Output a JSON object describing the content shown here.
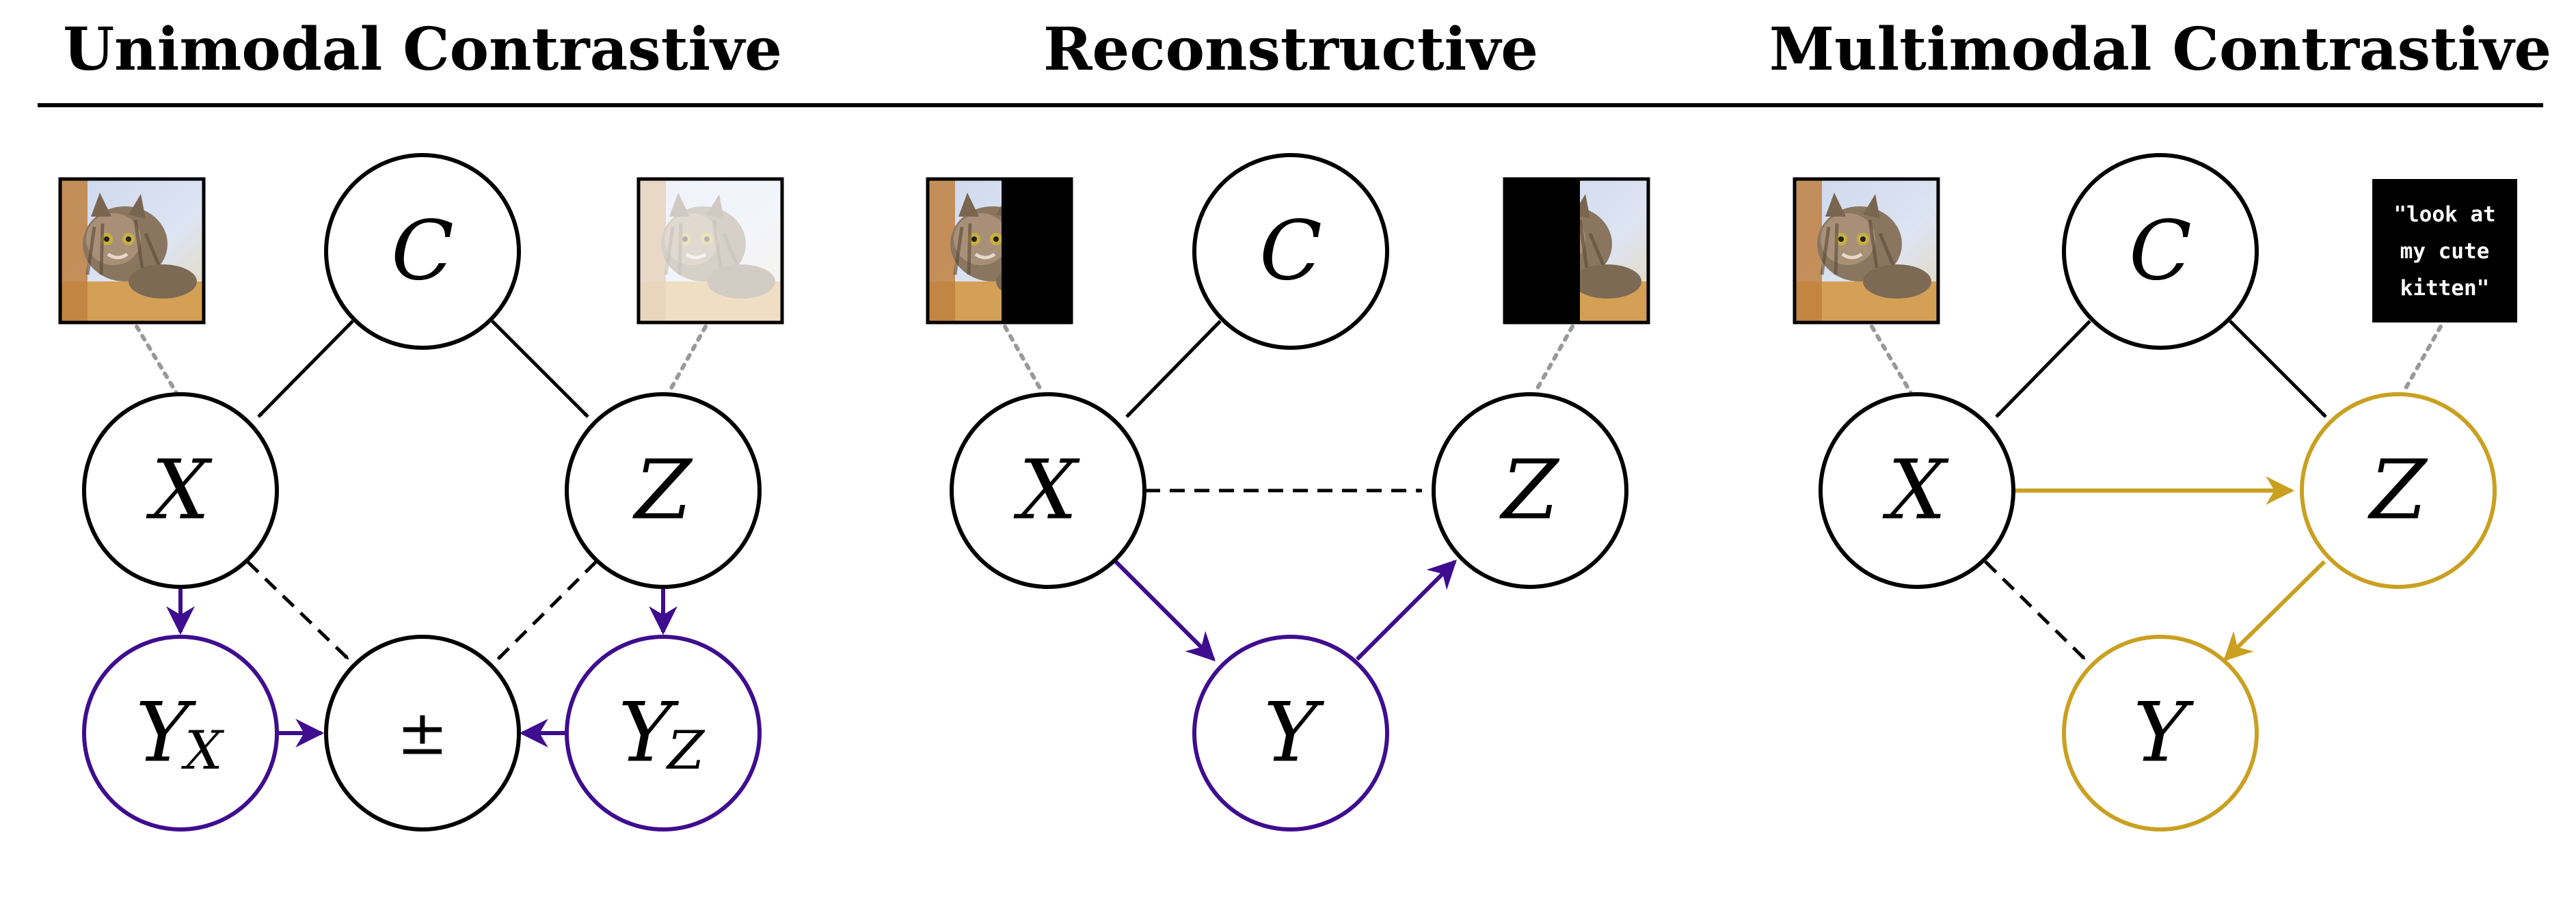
{
  "titles": {
    "unimodal": "Unimodal Contrastive",
    "reconstructive": "Reconstructive",
    "multimodal": "Multimodal Contrastive"
  },
  "nodes": {
    "c": "C",
    "x": "X",
    "z": "Z",
    "y": "Y",
    "pm": "±",
    "y_base": "Y",
    "sub_x": "X",
    "sub_z": "Z"
  },
  "text_caption": [
    "\"look at",
    "my cute",
    "kitten\""
  ],
  "colors": {
    "black": "#000000",
    "purple": "#3f0d8f",
    "gold": "#c9a020",
    "dotted": "#999999"
  },
  "icons": {
    "cat_image": "cat-photo-icon",
    "masked_image": "masked-cat-photo-icon",
    "blurred_image": "augmented-cat-photo-icon",
    "text_box": "text-caption-icon"
  }
}
